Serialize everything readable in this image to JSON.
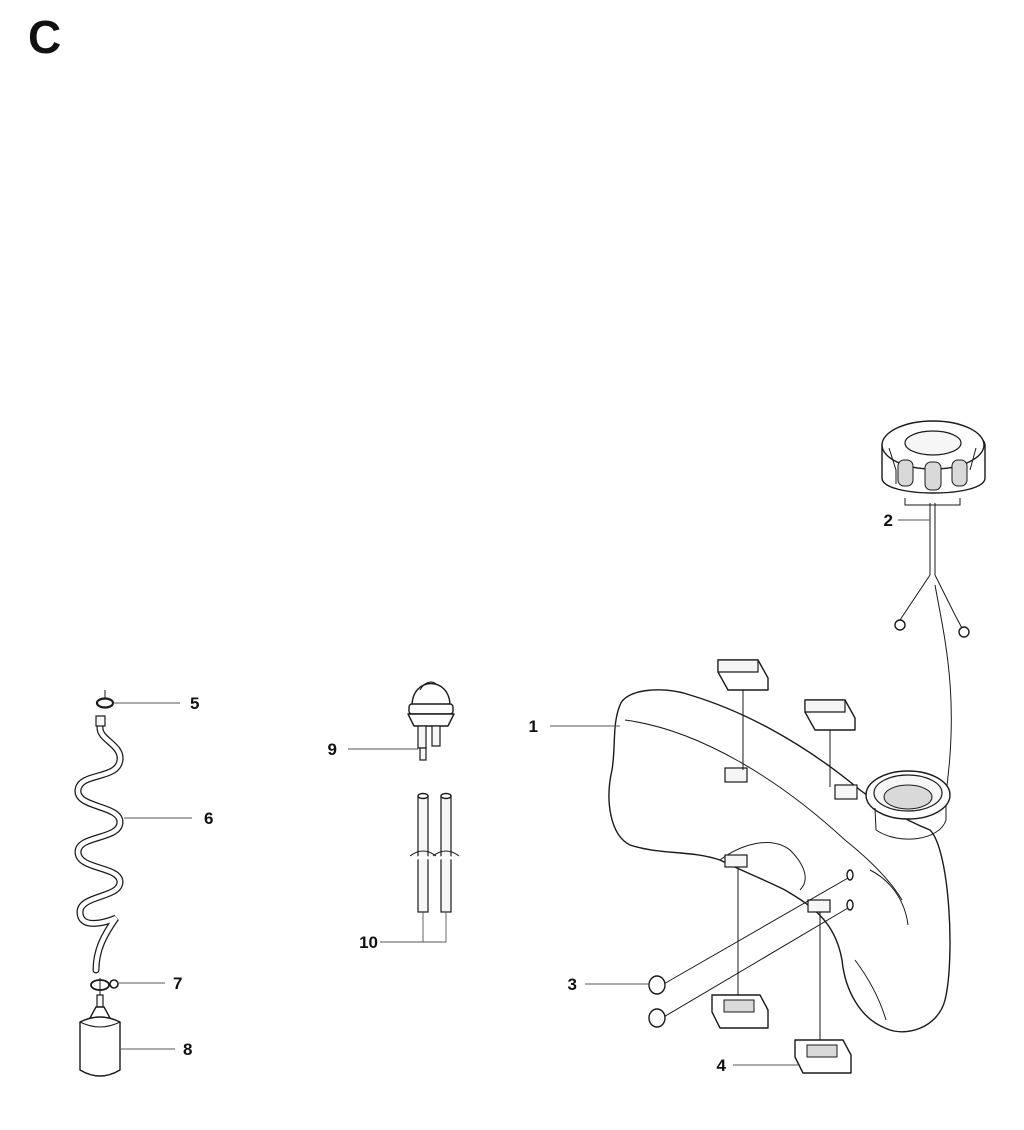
{
  "diagram": {
    "section_letter": "C",
    "callouts": [
      {
        "id": "1",
        "label": "1"
      },
      {
        "id": "2",
        "label": "2"
      },
      {
        "id": "3",
        "label": "3"
      },
      {
        "id": "4",
        "label": "4"
      },
      {
        "id": "5",
        "label": "5"
      },
      {
        "id": "6",
        "label": "6"
      },
      {
        "id": "7",
        "label": "7"
      },
      {
        "id": "8",
        "label": "8"
      },
      {
        "id": "9",
        "label": "9"
      },
      {
        "id": "10",
        "label": "10"
      }
    ]
  }
}
